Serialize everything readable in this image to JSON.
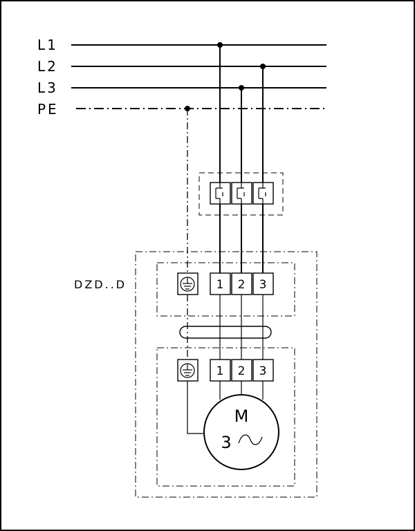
{
  "bus": {
    "l1": "L1",
    "l2": "L2",
    "l3": "L3",
    "pe": "PE"
  },
  "device": {
    "label": "DZD..D",
    "upper_terminals": [
      "1",
      "2",
      "3"
    ],
    "lower_terminals": [
      "1",
      "2",
      "3"
    ]
  },
  "motor": {
    "letter": "M",
    "phases": "3",
    "ac_symbol": "~"
  },
  "colors": {
    "ink": "#000000",
    "background": "#ffffff"
  }
}
